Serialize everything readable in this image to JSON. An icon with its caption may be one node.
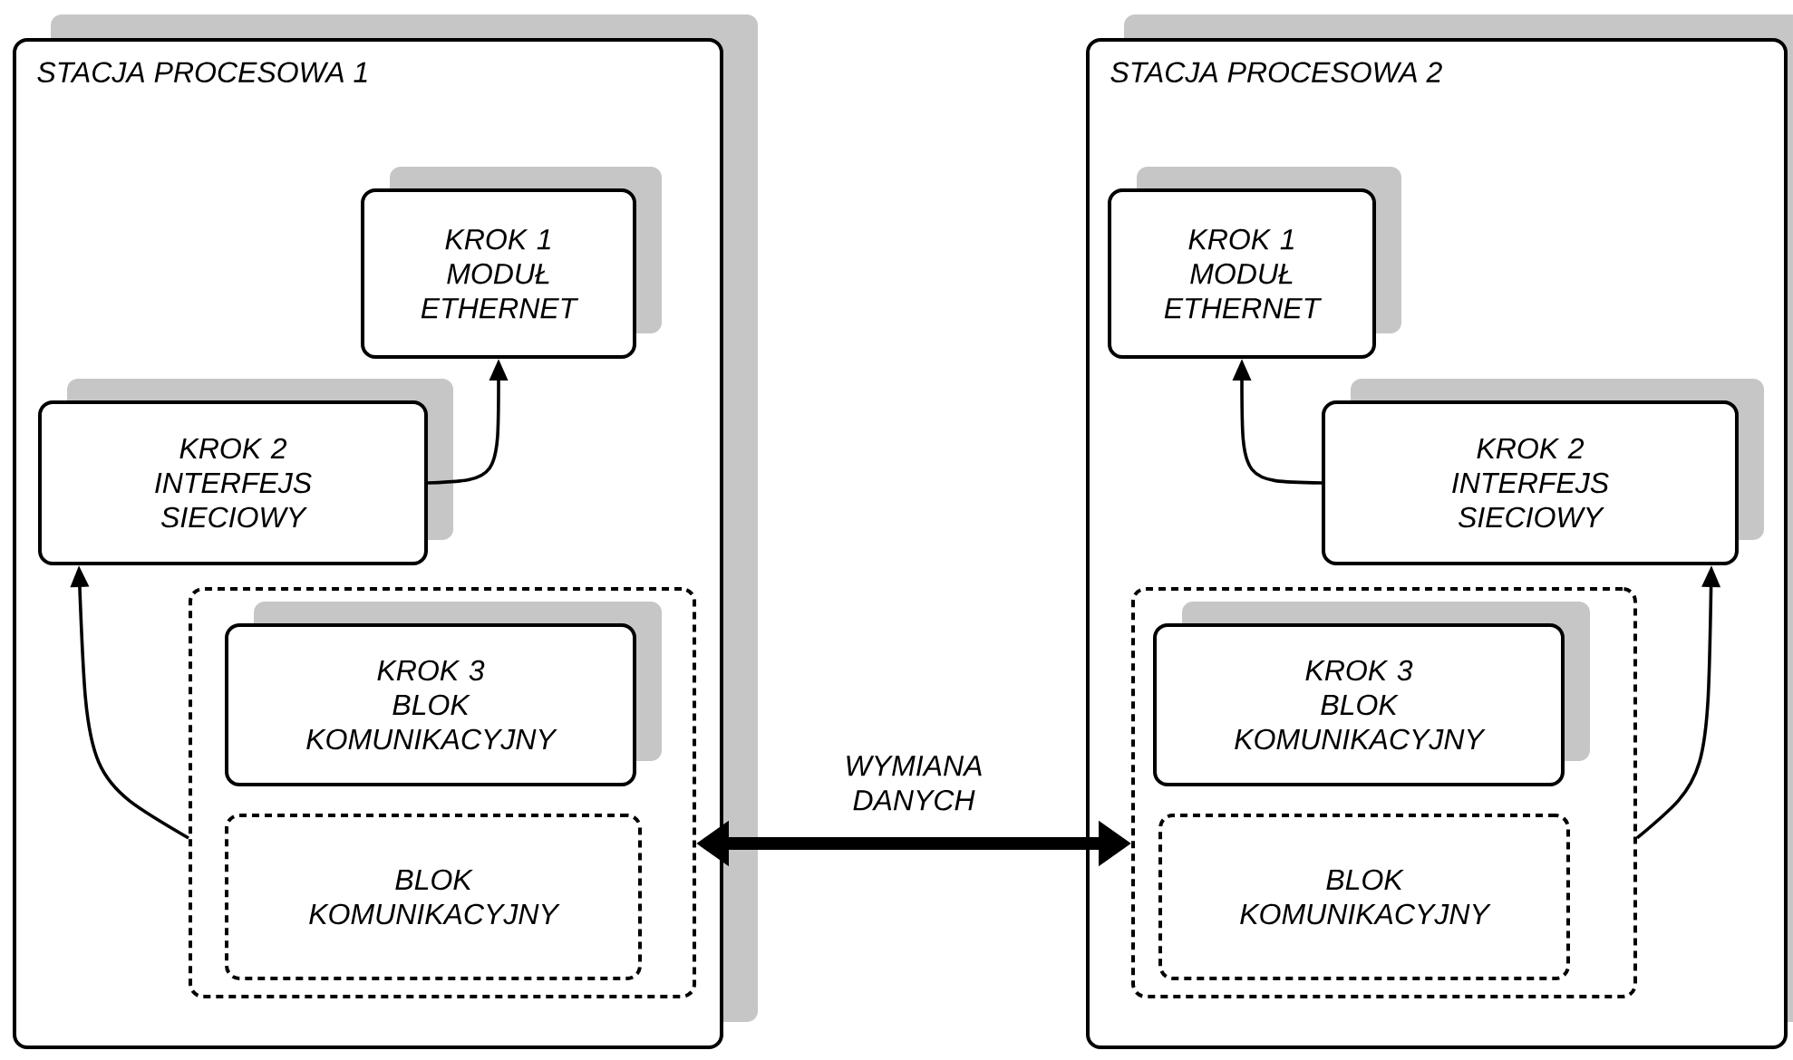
{
  "diagram": {
    "nodes": [
      {
        "text": [
          "STACJA PROCESOWA 1"
        ]
      },
      {
        "text": [
          "KROK 1",
          "MODUŁ ETHERNET"
        ],
        "in": 0
      },
      {
        "text": [
          "KROK 2",
          "INTERFEJS SIECIOWY"
        ],
        "in": 0
      },
      {
        "text": [],
        "shape": "box",
        "in": 0
      },
      {
        "text": [
          "KROK 3",
          "BLOK KOMUNIKACYJNY"
        ],
        "in": 3
      },
      {
        "text": [
          "BLOK KOMUNIKACYJNY"
        ],
        "in": 3
      },
      {
        "text": [
          "STACJA PROCESOWA 2"
        ]
      },
      {
        "text": [
          "KROK 1",
          "MODUŁ ETHERNET"
        ],
        "in": 6
      },
      {
        "text": [
          "KROK 2",
          "INTERFEJS SIECIOWY"
        ],
        "in": 6
      },
      {
        "text": [],
        "shape": "box",
        "in": 6
      },
      {
        "text": [
          "KROK 3",
          "BLOK KOMUNIKACYJNY"
        ],
        "in": 9
      },
      {
        "text": [
          "BLOK KOMUNIKACYJNY"
        ],
        "in": 9
      }
    ],
    "edges": [
      {
        "from": 2,
        "to": 1,
        "arrow": "to"
      },
      {
        "from": 3,
        "to": 2,
        "arrow": "to"
      },
      {
        "from": 3,
        "to": 9,
        "arrow": "both",
        "label": "WYMIANA DANYCH",
        "style": "thick"
      },
      {
        "from": 8,
        "to": 7,
        "arrow": "to"
      },
      {
        "from": 9,
        "to": 8,
        "arrow": "to"
      }
    ]
  }
}
